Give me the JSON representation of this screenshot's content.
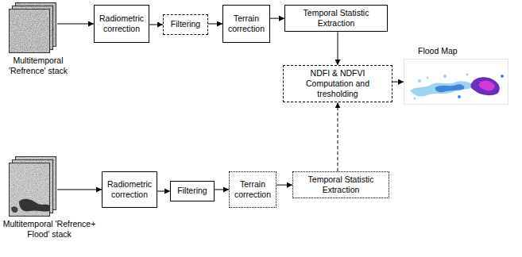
{
  "diagram": {
    "nodes": [
      {
        "text": [
          "Multitemporal 'Refrence' stack"
        ]
      },
      {
        "text": [
          "Radiometric correction"
        ]
      },
      {
        "text": [
          "Filtering"
        ]
      },
      {
        "text": [
          "Terrain correction"
        ]
      },
      {
        "text": [
          "Temporal Statistic Extraction"
        ]
      },
      {
        "text": [
          "NDFI & NDFVI Computation and tresholding"
        ]
      },
      {
        "text": [
          "Flood Map"
        ]
      },
      {
        "text": [
          "Multitemporal 'Refrence+ Flood' stack"
        ]
      },
      {
        "text": [
          "Radiometric correction"
        ]
      },
      {
        "text": [
          "Filtering"
        ]
      },
      {
        "text": [
          "Terrain correction"
        ]
      },
      {
        "text": [
          "Temporal Statistic Extraction"
        ]
      }
    ],
    "edges": [
      {
        "from": 0,
        "to": 1,
        "arrow": "to"
      },
      {
        "from": 1,
        "to": 2,
        "arrow": "to"
      },
      {
        "from": 2,
        "to": 3,
        "arrow": "to"
      },
      {
        "from": 3,
        "to": 4,
        "arrow": "to"
      },
      {
        "from": 4,
        "to": 5,
        "arrow": "to"
      },
      {
        "from": 5,
        "to": 6,
        "arrow": "to"
      },
      {
        "from": 7,
        "to": 8,
        "arrow": "to"
      },
      {
        "from": 8,
        "to": 9,
        "arrow": "to"
      },
      {
        "from": 9,
        "to": 10,
        "arrow": "to"
      },
      {
        "from": 10,
        "to": 11,
        "arrow": "to"
      },
      {
        "from": 11,
        "to": 5,
        "arrow": "to"
      }
    ]
  }
}
